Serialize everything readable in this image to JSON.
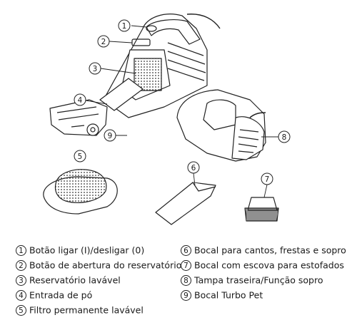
{
  "callouts": [
    "1",
    "2",
    "3",
    "4",
    "5",
    "6",
    "7",
    "8",
    "9"
  ],
  "legend": {
    "left": [
      {
        "num": "1",
        "text": "Botão ligar (I)/desligar (0)"
      },
      {
        "num": "2",
        "text": "Botão de abertura do reservatório"
      },
      {
        "num": "3",
        "text": "Reservatório lavável"
      },
      {
        "num": "4",
        "text": "Entrada de pó"
      },
      {
        "num": "5",
        "text": "Filtro permanente lavável"
      }
    ],
    "right": [
      {
        "num": "6",
        "text": "Bocal para cantos, frestas e sopro"
      },
      {
        "num": "7",
        "text": "Bocal com escova para estofados"
      },
      {
        "num": "8",
        "text": "Tampa traseira/Função sopro"
      },
      {
        "num": "9",
        "text": "Bocal Turbo Pet"
      }
    ]
  }
}
